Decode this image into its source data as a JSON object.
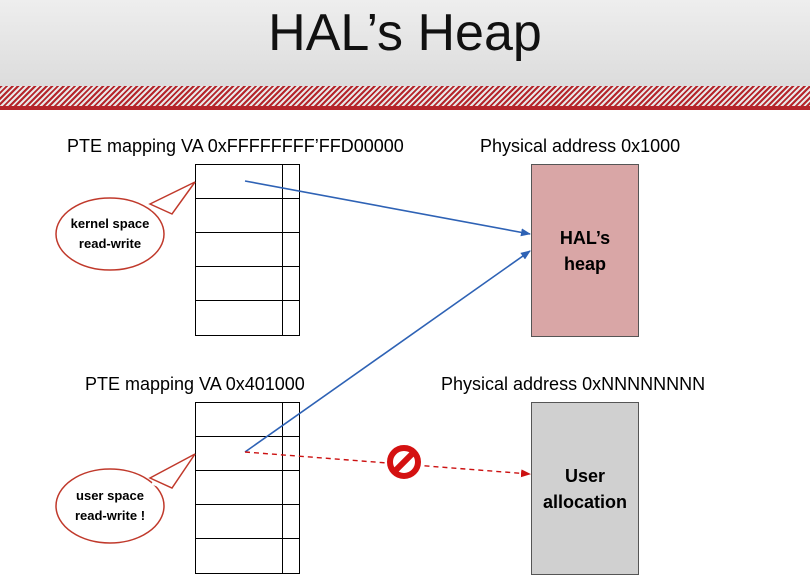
{
  "title": "HAL’s Heap",
  "kernel_pte": {
    "label": "PTE mapping VA 0xFFFFFFFF’FFD00000",
    "callout_line1": "kernel space",
    "callout_line2": "read-write"
  },
  "user_pte": {
    "label": "PTE mapping VA 0x401000",
    "callout_line1": "user space",
    "callout_line2": "read-write !"
  },
  "hal_heap": {
    "label": "Physical address 0x1000",
    "box_line1": "HAL’s",
    "box_line2": "heap",
    "color": "#d9a6a6"
  },
  "user_alloc": {
    "label": "Physical address 0xNNNNNNNN",
    "box_line1": "User",
    "box_line2": "allocation",
    "color": "#d0d0d0"
  },
  "colors": {
    "arrow": "#2e62b5",
    "blocked_arrow": "#cc1111",
    "accent": "#b5252b"
  },
  "icons": {
    "blocked": "prohibited-icon"
  }
}
